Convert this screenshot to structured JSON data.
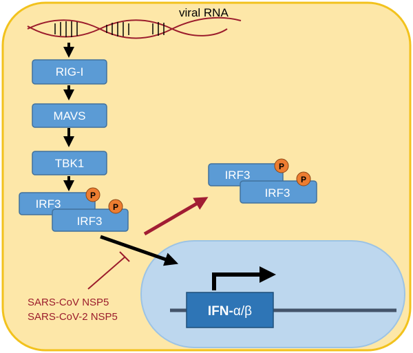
{
  "labels": {
    "viral_rna": "viral RNA",
    "rig_i": "RIG-I",
    "mavs": "MAVS",
    "tbk1": "TBK1",
    "irf3": "IRF3",
    "phospho": "P",
    "ifn_prefix": "IFN-",
    "ifn_greek": "α/β",
    "inhibitor_1": "SARS-CoV NSP5",
    "inhibitor_2": "SARS-CoV-2 NSP5"
  },
  "colors": {
    "cell_fill": "#fde7a8",
    "cell_stroke": "#f2c21d",
    "nucleus_fill": "#bdd7ee",
    "nucleus_stroke": "#9cc3e5",
    "box_fill": "#5b9bd5",
    "box_stroke": "#41719c",
    "dna_line": "#44546a",
    "ifn_box": "#2e75b6",
    "phospho_fill": "#ed7d31",
    "rna_color": "#9b1c2c",
    "inhibitor_color": "#9b1c2c",
    "arrow_black": "#000000",
    "arrow_red": "#a11d33"
  }
}
